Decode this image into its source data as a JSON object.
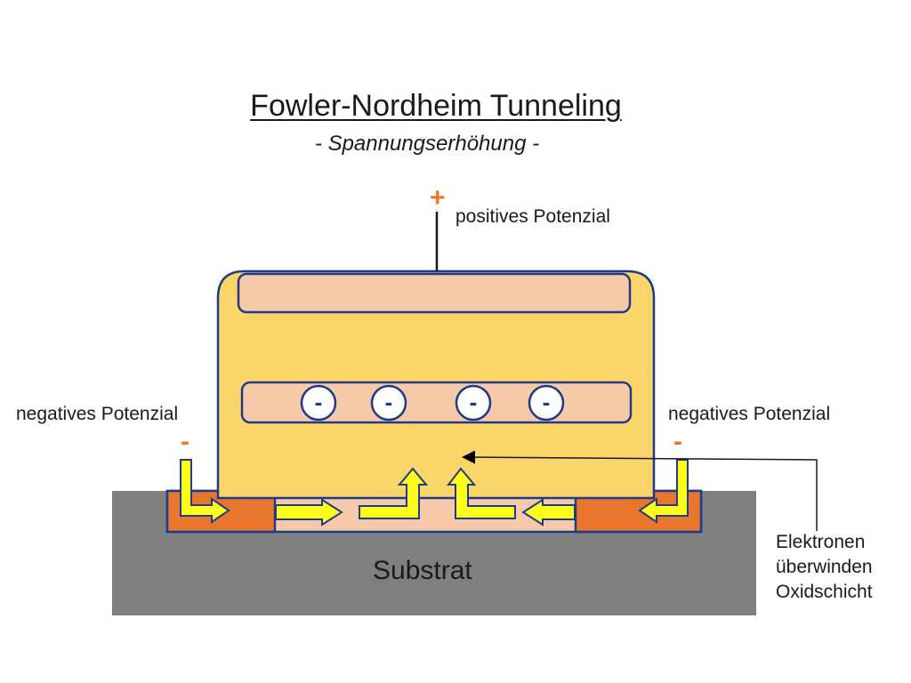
{
  "title": "Fowler-Nordheim Tunneling",
  "subtitle": "- Spannungserhöhung -",
  "gate_label": "positives Potenzial",
  "gate_sign": "+",
  "left_label": "negatives Potenzial",
  "left_sign": "-",
  "right_label": "negatives Potenzial",
  "right_sign": "-",
  "electron_sign": "-",
  "electron_count": 4,
  "substrate_label": "Substrat",
  "caption": "Elektronen\nüberwinden\nOxidschicht",
  "colors": {
    "gate_fill": "#fad66a",
    "layer_fill": "#f6c9a8",
    "substrate_fill": "#7f7f7f",
    "terminal_fill": "#e8772e",
    "outline": "#1f3a8a",
    "arrow_fill": "#ffff1a",
    "sign": "#e8772e"
  }
}
